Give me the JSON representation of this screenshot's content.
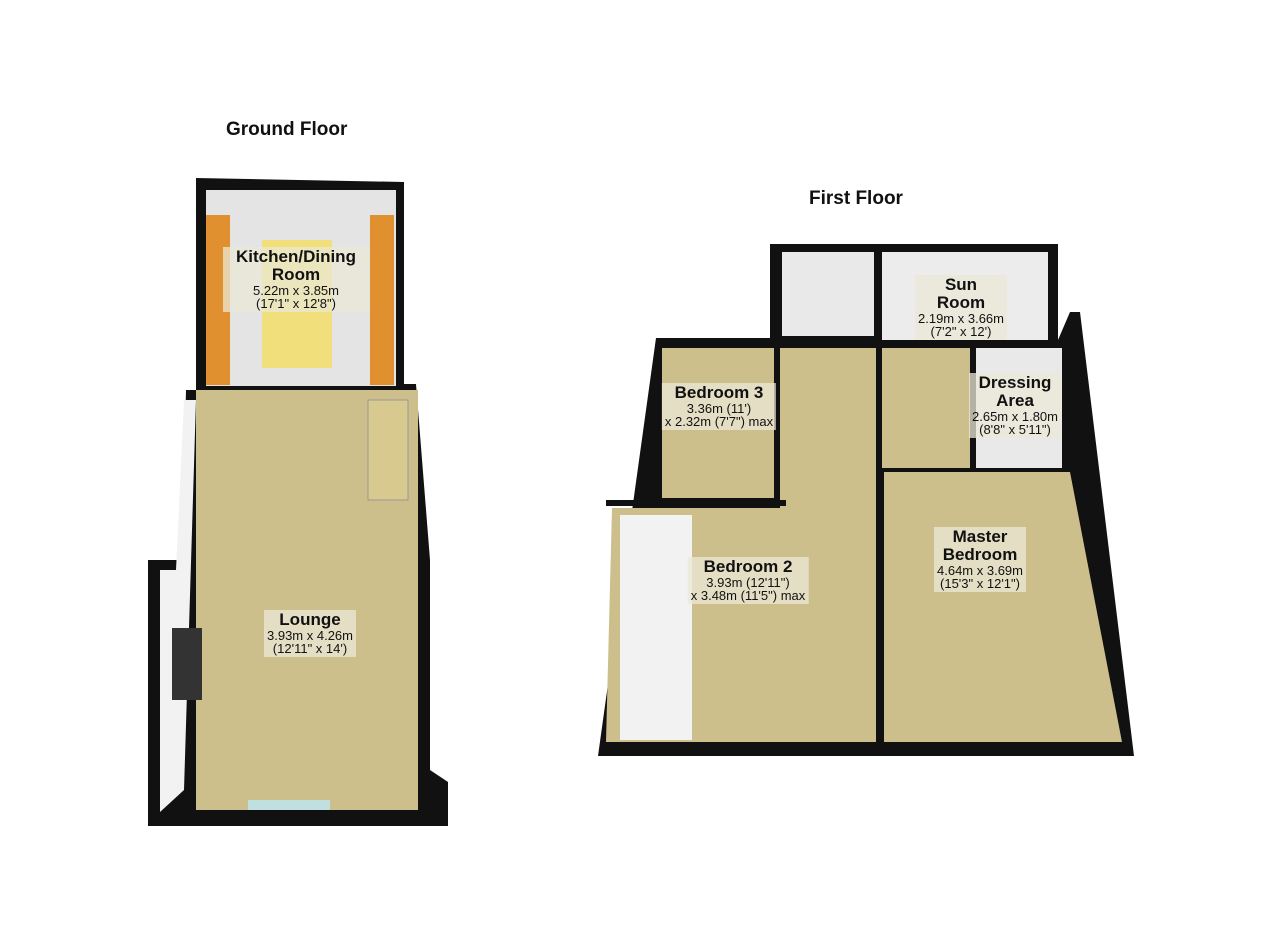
{
  "floors": [
    {
      "title": "Ground Floor"
    },
    {
      "title": "First Floor"
    }
  ],
  "rooms": {
    "kitchen": {
      "name": "Kitchen/Dining Room",
      "line1": "5.22m x 3.85m",
      "line2": "(17'1\" x 12'8\")"
    },
    "lounge": {
      "name": "Lounge",
      "line1": "3.93m x 4.26m",
      "line2": "(12'11\" x 14')"
    },
    "sun_room": {
      "name": "Sun Room",
      "line1": "2.19m x 3.66m",
      "line2": "(7'2\" x 12')"
    },
    "bedroom3": {
      "name": "Bedroom 3",
      "line1": "3.36m (11')",
      "line2": "x 2.32m (7'7\") max"
    },
    "dressing": {
      "name": "Dressing Area",
      "line1": "2.65m x 1.80m",
      "line2": "(8'8\" x 5'11\")"
    },
    "bedroom2": {
      "name": "Bedroom 2",
      "line1": "3.93m (12'11\")",
      "line2": "x 3.48m (11'5\") max"
    },
    "master": {
      "name": "Master Bedroom",
      "line1": "4.64m x 3.69m",
      "line2": "(15'3\" x 12'1\")"
    }
  },
  "colors": {
    "wall": "#111111",
    "carpet": "#cdbf8c",
    "tile": "#e4e4e4",
    "worktop": "#e0902f",
    "island": "#f0df7a",
    "inner_wall": "#f2f2f2"
  }
}
